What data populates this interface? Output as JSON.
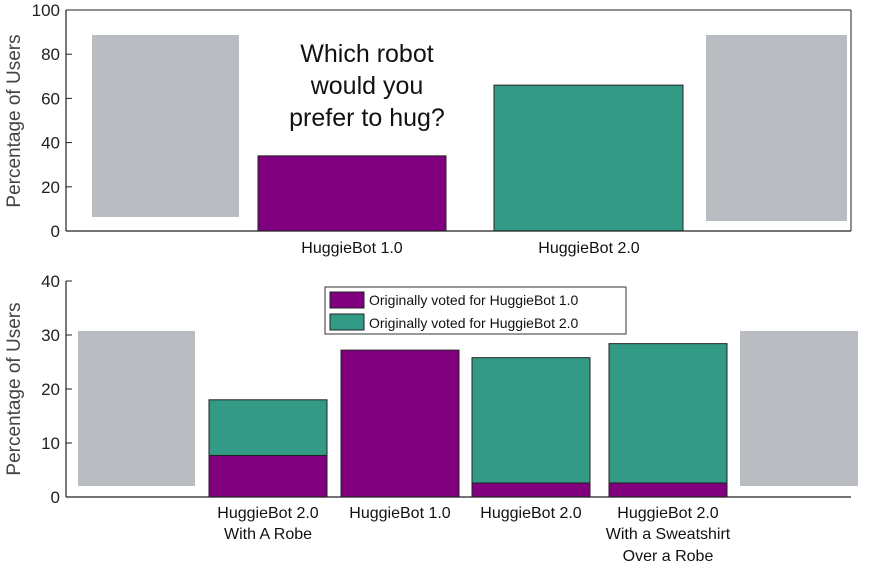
{
  "colors": {
    "huggiebot1": "#800080",
    "huggiebot2": "#339b85",
    "axis": "#222222",
    "photo_placeholder": "#b9bcc0"
  },
  "photos": {
    "top_left": "photo-huggiebot-1-purple-robot",
    "top_right": "photo-huggiebot-2-sweatshirt",
    "bottom_left": "photo-huggiebot-2-robe",
    "bottom_right": "photo-huggiebot-2-sweatshirt-over-robe"
  },
  "chart_data": [
    {
      "type": "bar",
      "title": "Which robot would you prefer to hug?",
      "title_lines": [
        "Which robot",
        "would you",
        "prefer to hug?"
      ],
      "ylabel": "Percentage of Users",
      "ylim": [
        0,
        100
      ],
      "yticks": [
        0,
        20,
        40,
        60,
        80,
        100
      ],
      "categories": [
        "HuggieBot 1.0",
        "HuggieBot 2.0"
      ],
      "values": [
        34,
        66
      ],
      "bar_colors": [
        "#800080",
        "#339b85"
      ],
      "grid": false
    },
    {
      "type": "bar",
      "stacked": true,
      "ylabel": "Percentage of Users",
      "ylim": [
        0,
        40
      ],
      "yticks": [
        0,
        10,
        20,
        30,
        40
      ],
      "categories": [
        [
          "HuggieBot 2.0",
          "With A Robe"
        ],
        [
          "HuggieBot 1.0"
        ],
        [
          "HuggieBot 2.0"
        ],
        [
          "HuggieBot 2.0",
          "With a Sweatshirt",
          "Over a Robe"
        ]
      ],
      "series": [
        {
          "name": "Originally voted for HuggieBot 1.0",
          "color": "#800080",
          "values": [
            7.7,
            27.2,
            2.6,
            2.6
          ]
        },
        {
          "name": "Originally voted for HuggieBot 2.0",
          "color": "#339b85",
          "values": [
            10.3,
            0,
            23.2,
            25.8
          ]
        }
      ],
      "legend_position": "top-center",
      "grid": false
    }
  ]
}
